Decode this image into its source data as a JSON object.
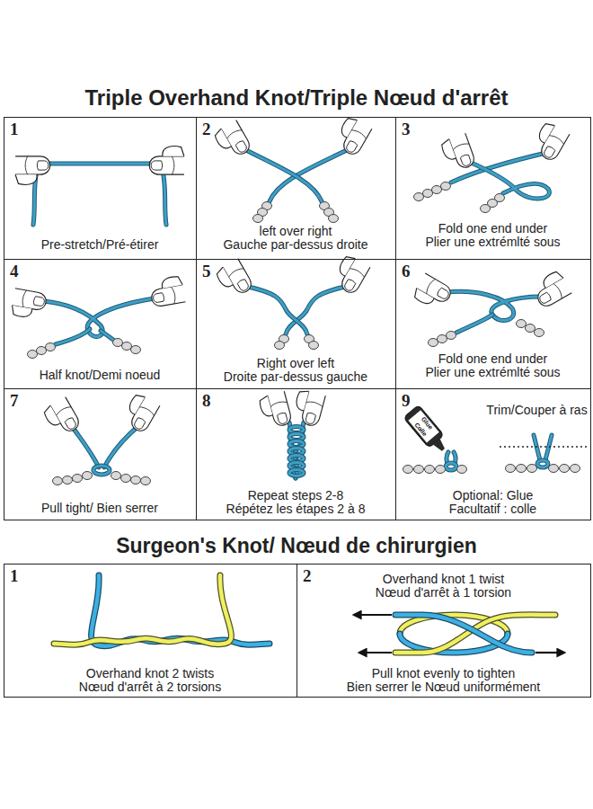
{
  "diagram": {
    "title": "Triple Overhand Knot/Triple Nœud d'arrêt",
    "nodes": [
      {
        "text": [
          "1",
          "Pre-stretch/Pré-étirer"
        ]
      },
      {
        "text": [
          "2",
          "left over right",
          "Gauche par-dessus droite"
        ]
      },
      {
        "text": [
          "3",
          "Fold one end under",
          "Plier une extrémlté sous"
        ]
      },
      {
        "text": [
          "4",
          "Half knot/Demi noeud"
        ]
      },
      {
        "text": [
          "5",
          "Right over left",
          "Droite par-dessus gauche"
        ]
      },
      {
        "text": [
          "6",
          "Fold one end under",
          "Plier une extrémlté sous"
        ]
      },
      {
        "text": [
          "7",
          "Pull tight/ Bien serrer"
        ]
      },
      {
        "text": [
          "8",
          "Repeat steps 2-8",
          "Répétez les étapes 2 à 8"
        ]
      },
      {
        "text": [
          "9",
          "Trim/Couper à ras",
          "Optional: Glue",
          "Facultatif : colle"
        ]
      },
      {
        "text": [
          "1",
          "Overhand knot 2 twists",
          "Nœud d'arrêt à 2 torsions"
        ]
      },
      {
        "text": [
          "2",
          "Overhand knot 1 twist",
          "Nœud d'arrêt à 1 torsion",
          "Pull knot evenly to tighten",
          "Bien serrer le Nœud uniformément"
        ]
      }
    ],
    "labels": [
      "Surgeon's Knot/ Nœud de chirurgien",
      "Glue",
      "Colle"
    ]
  }
}
